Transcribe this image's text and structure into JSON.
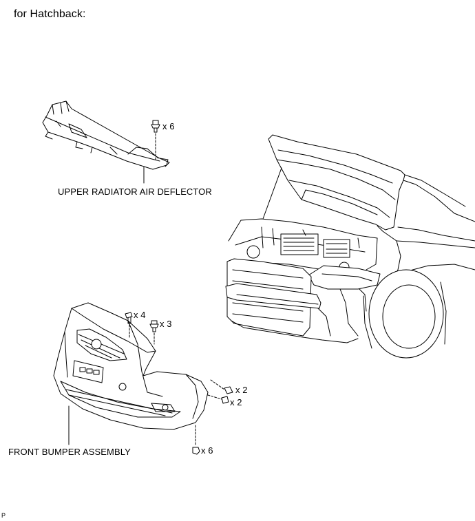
{
  "title": "for Hatchback:",
  "parts": {
    "deflector": "UPPER RADIATOR AIR DEFLECTOR",
    "bumper": "FRONT BUMPER ASSEMBLY"
  },
  "fasteners": {
    "deflector_clips": "x 6",
    "bumper_bolts_top": "x 4",
    "bumper_clips_top": "x 3",
    "side_screws_upper": "x 2",
    "side_screws_lower": "x 2",
    "bottom_screws": "x 6"
  },
  "footer_code": "P"
}
